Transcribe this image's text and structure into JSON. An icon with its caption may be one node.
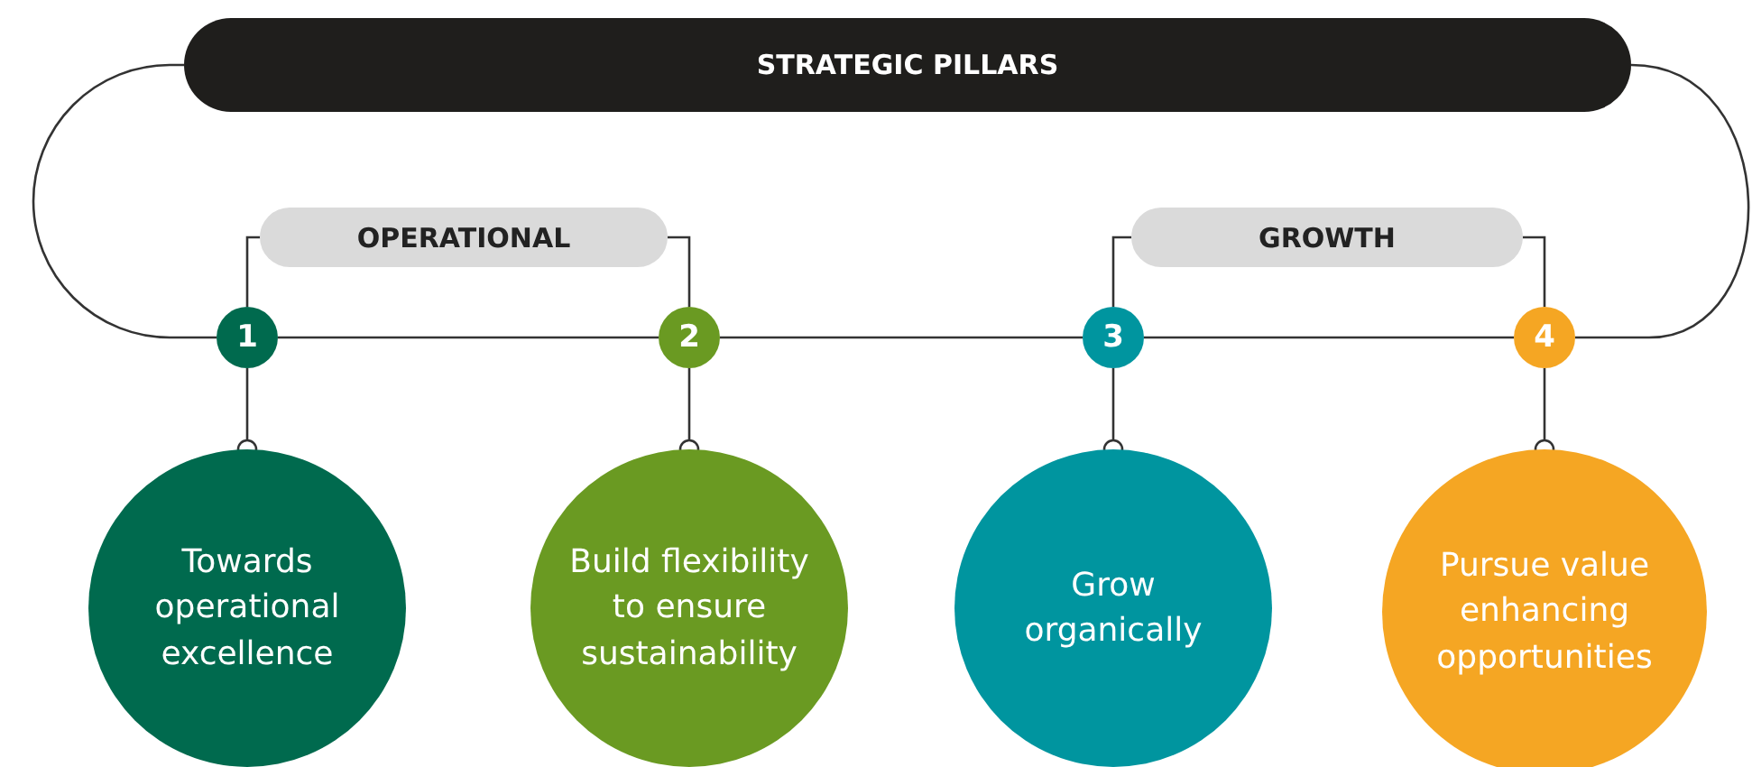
{
  "diagram": {
    "nodes": [
      {
        "text": [
          "STRATEGIC PILLARS"
        ]
      },
      {
        "text": [
          "OPERATIONAL"
        ]
      },
      {
        "text": [
          "GROWTH"
        ]
      },
      {
        "text": [
          "1"
        ]
      },
      {
        "text": [
          "2"
        ]
      },
      {
        "text": [
          "3"
        ]
      },
      {
        "text": [
          "4"
        ]
      },
      {
        "text": [
          "Towards operational excellence"
        ]
      },
      {
        "text": [
          "Build flexibility to ensure sustainability"
        ]
      },
      {
        "text": [
          "Grow organically"
        ]
      },
      {
        "text": [
          "Pursue value enhancing opportunities"
        ]
      }
    ],
    "edges": [
      {
        "from": 0,
        "to": 3,
        "arrow": "none"
      },
      {
        "from": 0,
        "to": 6,
        "arrow": "none"
      },
      {
        "from": 1,
        "to": 3,
        "arrow": "none"
      },
      {
        "from": 1,
        "to": 4,
        "arrow": "none"
      },
      {
        "from": 2,
        "to": 5,
        "arrow": "none"
      },
      {
        "from": 2,
        "to": 6,
        "arrow": "none"
      },
      {
        "from": 3,
        "to": 4,
        "arrow": "none"
      },
      {
        "from": 4,
        "to": 5,
        "arrow": "none"
      },
      {
        "from": 5,
        "to": 6,
        "arrow": "none"
      },
      {
        "from": 3,
        "to": 7,
        "arrow": "other"
      },
      {
        "from": 4,
        "to": 8,
        "arrow": "other"
      },
      {
        "from": 5,
        "to": 9,
        "arrow": "other"
      },
      {
        "from": 6,
        "to": 10,
        "arrow": "other"
      }
    ]
  }
}
